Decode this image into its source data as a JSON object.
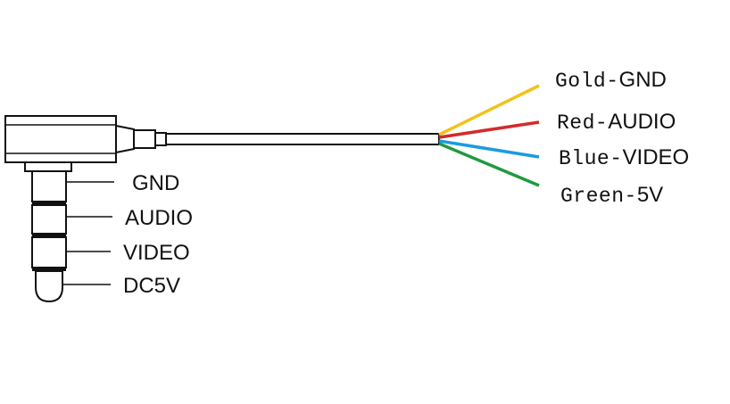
{
  "connector_pins": [
    {
      "label": "GND"
    },
    {
      "label": "AUDIO"
    },
    {
      "label": "VIDEO"
    },
    {
      "label": "DC5V"
    }
  ],
  "wires": [
    {
      "color_name": "Gold",
      "signal": "GND",
      "color": "#f2c21b"
    },
    {
      "color_name": "Red",
      "signal": "AUDIO",
      "color": "#d42a2a"
    },
    {
      "color_name": "Blue",
      "signal": "VIDEO",
      "color": "#1b9be0"
    },
    {
      "color_name": "Green",
      "signal": "5V",
      "color": "#1f9a3f"
    }
  ],
  "colors": {
    "outline": "#111111",
    "background": "#ffffff"
  }
}
